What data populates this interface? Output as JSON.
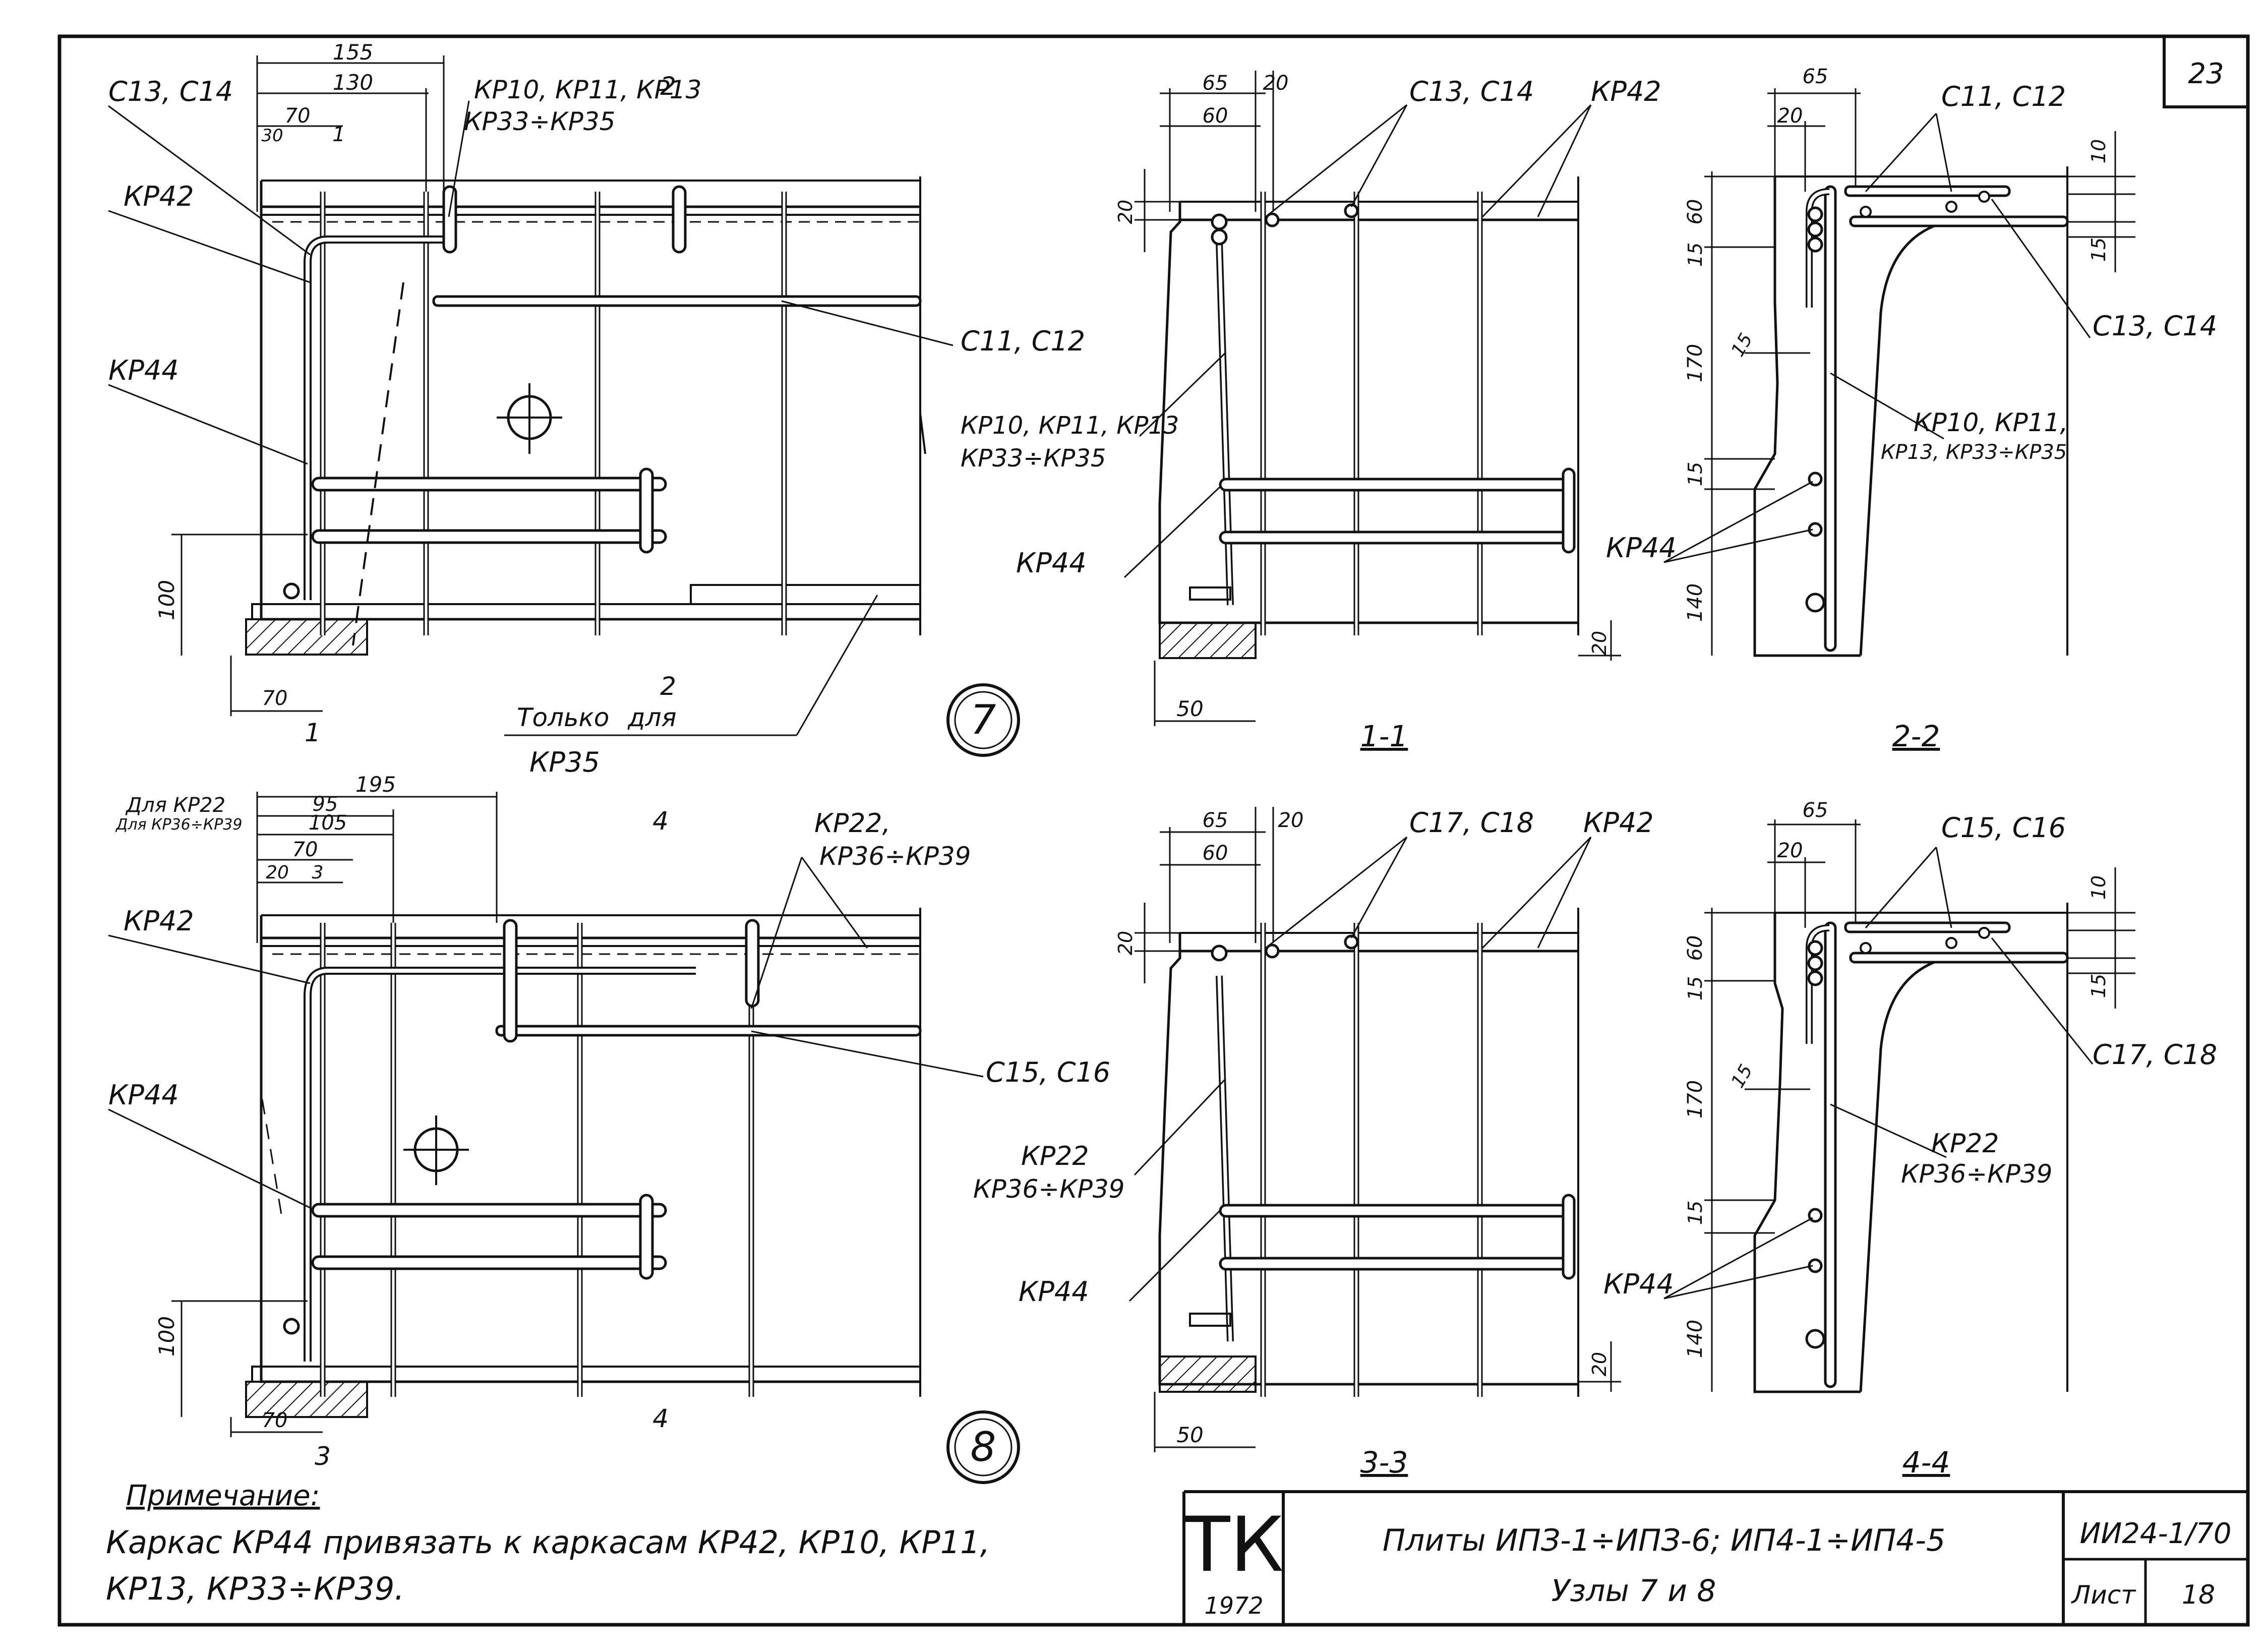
{
  "sheet": {
    "page_number": "23",
    "stamp": "ТК",
    "stamp_year": "1972",
    "title_line1": "Плиты ИПЗ-1÷ИПЗ-6; ИП4-1÷ИП4-5",
    "title_line2": "Узлы 7 и 8",
    "series_code": "ИИ24-1/70",
    "list_label": "Лист",
    "list_number": "18"
  },
  "note": {
    "heading": "Примечание:",
    "line1": "Каркас КР44 привязать к каркасам КР42, КР10, КР11,",
    "line2": "КР13, КР33÷КР39."
  },
  "node7": {
    "number": "7",
    "labels": {
      "c13c14": "С13, С14",
      "kr42": "КР42",
      "kr44": "КР44",
      "kr10": "КР10, КР11, КР13",
      "kr33": "КР33÷КР35",
      "c11c12": "С11, С12",
      "only_for_1": "Только",
      "only_for_2": "для",
      "kr35": "КР35"
    },
    "dims": {
      "d155": "155",
      "d130": "130",
      "d70": "70",
      "d30": "30",
      "d1": "1",
      "d100": "100",
      "d70b": "70"
    },
    "cuts": {
      "cut1": "1",
      "cut2": "2",
      "cut2b": "2"
    }
  },
  "node8": {
    "number": "8",
    "labels": {
      "for_kr22": "Для КР22",
      "for_kr36": "Для КР36÷КР39",
      "kr42": "КР42",
      "kr44": "КР44",
      "kr22": "КР22,",
      "kr36": "КР36÷КР39",
      "c15c16": "С15, С16"
    },
    "dims": {
      "d195": "195",
      "d95": "95",
      "d105": "105",
      "d70": "70",
      "d20": "20",
      "d3": "3",
      "d100": "100",
      "d70b": "70"
    },
    "cuts": {
      "cut3": "3",
      "cut4": "4",
      "cut4b": "4"
    }
  },
  "section11": {
    "title": "1-1",
    "labels": {
      "c13c14": "С13, С14",
      "kr42": "КР42",
      "kr10": "КР10, КР11, КР13",
      "kr33": "КР33÷КР35",
      "kr44": "КР44"
    },
    "dims": {
      "d65": "65",
      "d20": "20",
      "d60": "60",
      "d20v": "20",
      "d50": "50",
      "d20b": "20"
    }
  },
  "section22": {
    "title": "2-2",
    "labels": {
      "c11c12": "С11, С12",
      "c13c14": "С13, С14",
      "kr10": "КР10, КР11,",
      "kr13": "КР13, КР33÷КР35",
      "kr44": "КР44"
    },
    "dims": {
      "d65": "65",
      "d20": "20",
      "d10": "10",
      "d60": "60",
      "d15a": "15",
      "d170": "170",
      "d15b": "15",
      "d15c": "15",
      "d140": "140",
      "d15r": "15"
    }
  },
  "section33": {
    "title": "3-3",
    "labels": {
      "c17c18": "С17, С18",
      "kr42": "КР42",
      "kr22": "КР22",
      "kr36": "КР36÷КР39",
      "kr44": "КР44"
    },
    "dims": {
      "d65": "65",
      "d20": "20",
      "d60": "60",
      "d20v": "20",
      "d50": "50",
      "d20b": "20"
    }
  },
  "section44": {
    "title": "4-4",
    "labels": {
      "c15c16": "С15, С16",
      "c17c18": "С17, С18",
      "kr22": "КР22",
      "kr36": "КР36÷КР39",
      "kr44": "КР44"
    },
    "dims": {
      "d65": "65",
      "d20": "20",
      "d10": "10",
      "d60": "60",
      "d15a": "15",
      "d170": "170",
      "d15b": "15",
      "d15c": "15",
      "d140": "140",
      "d15r": "15"
    }
  }
}
